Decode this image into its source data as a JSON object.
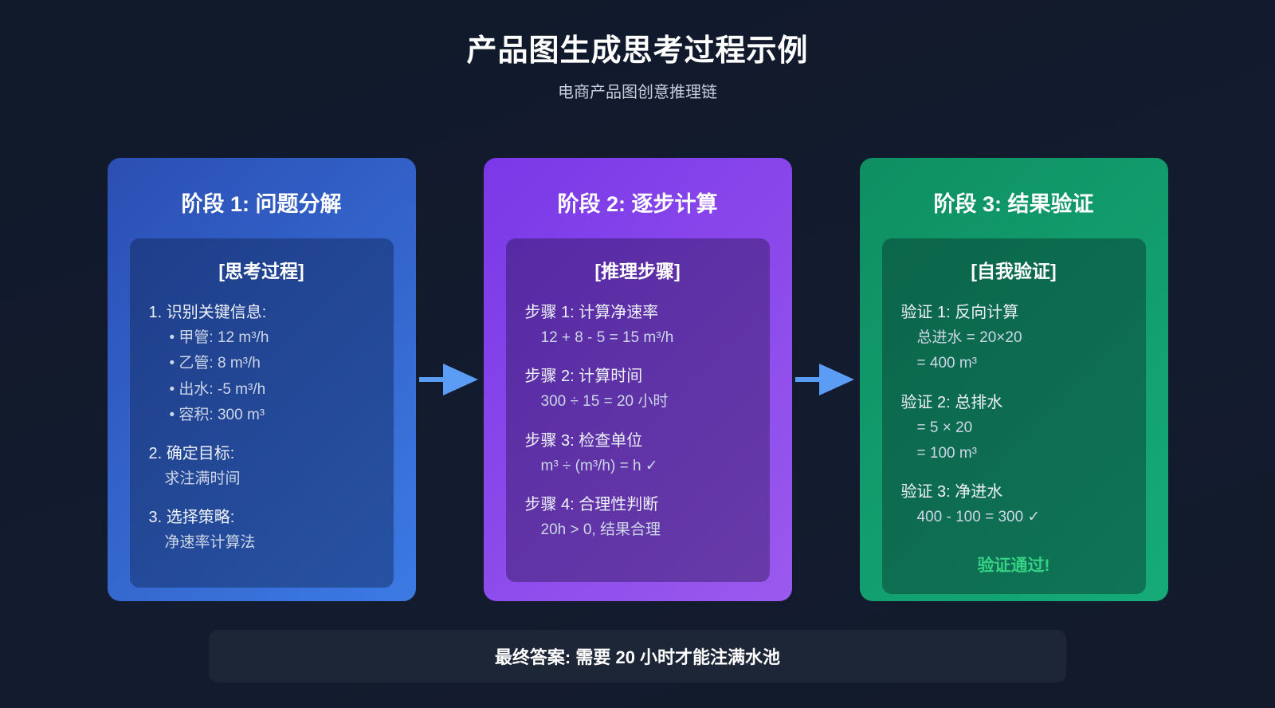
{
  "page": {
    "title": "产品图生成思考过程示例",
    "subtitle": "电商产品图创意推理链"
  },
  "colors": {
    "background": "#121a2b",
    "arrow": "#5b9cf4",
    "stage1_gradient_start": "#2b4fb3",
    "stage1_gradient_end": "#3c7ae4",
    "stage2_gradient_start": "#7a38e8",
    "stage2_gradient_end": "#9b59ee",
    "stage3_gradient_start": "#0e8f62",
    "stage3_gradient_end": "#16ab79",
    "success_text": "#35d185",
    "answer_bar_bg": "#1d2636"
  },
  "stages": [
    {
      "title": "阶段 1: 问题分解",
      "panel_header": "[思考过程]",
      "blocks": [
        {
          "heading": "1. 识别关键信息:",
          "lines": [
            "• 甲管: 12 m³/h",
            "• 乙管: 8 m³/h",
            "• 出水: -5 m³/h",
            "• 容积: 300 m³"
          ]
        },
        {
          "heading": "2. 确定目标:",
          "lines": [
            "求注满时间"
          ]
        },
        {
          "heading": "3. 选择策略:",
          "lines": [
            "净速率计算法"
          ]
        }
      ]
    },
    {
      "title": "阶段 2: 逐步计算",
      "panel_header": "[推理步骤]",
      "blocks": [
        {
          "heading": "步骤 1: 计算净速率",
          "lines": [
            "12 + 8 - 5 = 15 m³/h"
          ]
        },
        {
          "heading": "步骤 2: 计算时间",
          "lines": [
            "300 ÷ 15 = 20 小时"
          ]
        },
        {
          "heading": "步骤 3: 检查单位",
          "lines": [
            "m³ ÷ (m³/h) = h ✓"
          ]
        },
        {
          "heading": "步骤 4: 合理性判断",
          "lines": [
            "20h > 0, 结果合理"
          ]
        }
      ]
    },
    {
      "title": "阶段 3: 结果验证",
      "panel_header": "[自我验证]",
      "blocks": [
        {
          "heading": "验证 1: 反向计算",
          "lines": [
            "总进水 = 20×20",
            "= 400 m³"
          ]
        },
        {
          "heading": "验证 2: 总排水",
          "lines": [
            "= 5 × 20",
            "= 100 m³"
          ]
        },
        {
          "heading": "验证 3: 净进水",
          "lines": [
            "400 - 100 = 300 ✓"
          ]
        }
      ],
      "footer": "验证通过!"
    }
  ],
  "final_answer": "最终答案: 需要 20 小时才能注满水池"
}
